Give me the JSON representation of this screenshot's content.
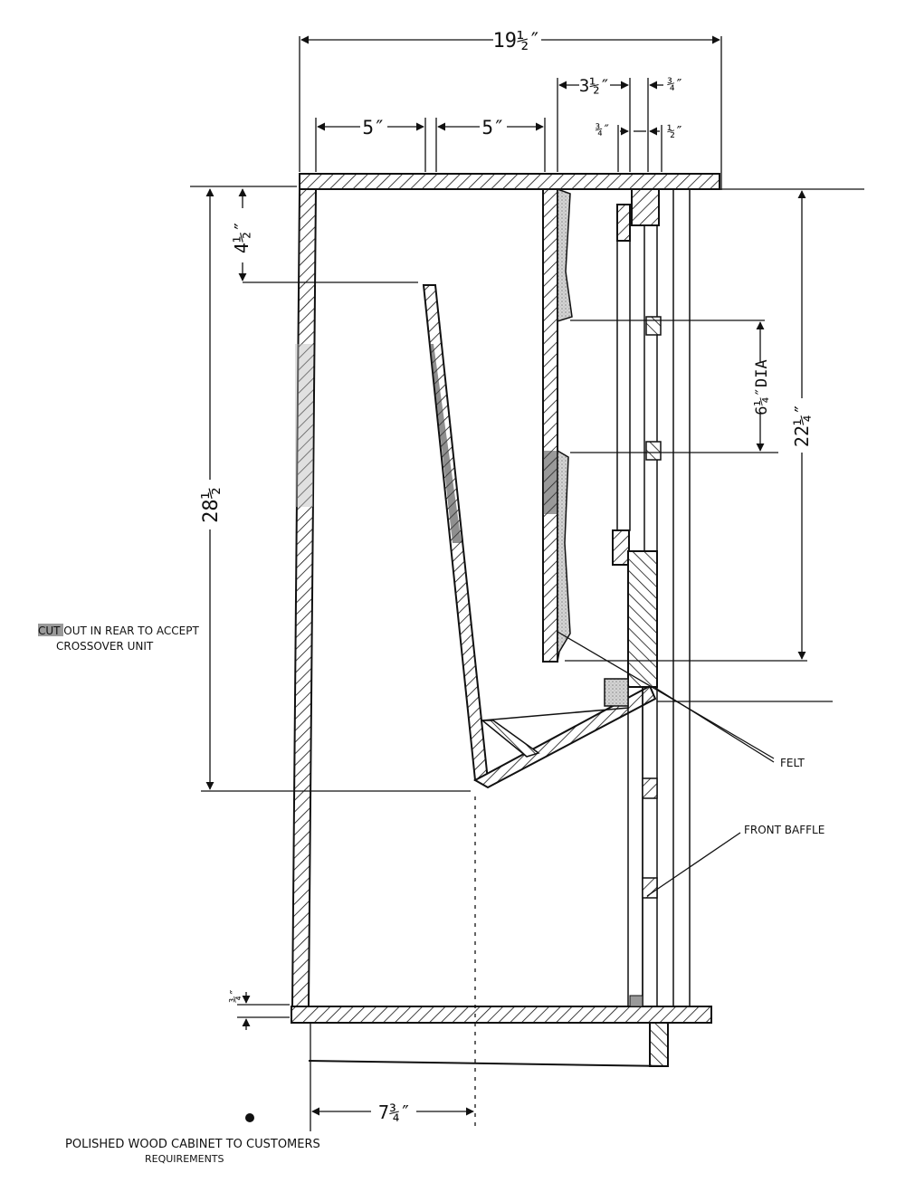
{
  "dimensions": {
    "overall_width": "19½″",
    "baffle_spacing": "3½″",
    "panel_thickness_a": "¾″",
    "panel_thickness_b": "¾″",
    "felt_gap": "½″",
    "top_left_5": "5″",
    "top_mid_5": "5″",
    "top_offset": "4½″",
    "height": "28½",
    "speaker_dia": "6¼″DIA",
    "baffle_height": "22¼″",
    "base_thickness": "¾″",
    "base_offset": "7¾″"
  },
  "labels": {
    "cutout_line1": "CUT OUT IN REAR TO ACCEPT",
    "cutout_line2": "CROSSOVER UNIT",
    "felt": "FELT",
    "front_baffle": "FRONT BAFFLE",
    "footer_line1": "POLISHED WOOD CABINET TO CUSTOMERS",
    "footer_line2": "REQUIREMENTS"
  },
  "colors": {
    "ink": "#111111",
    "felt_fill": "#c9c9c9",
    "highlight": "#9a9a9a"
  }
}
